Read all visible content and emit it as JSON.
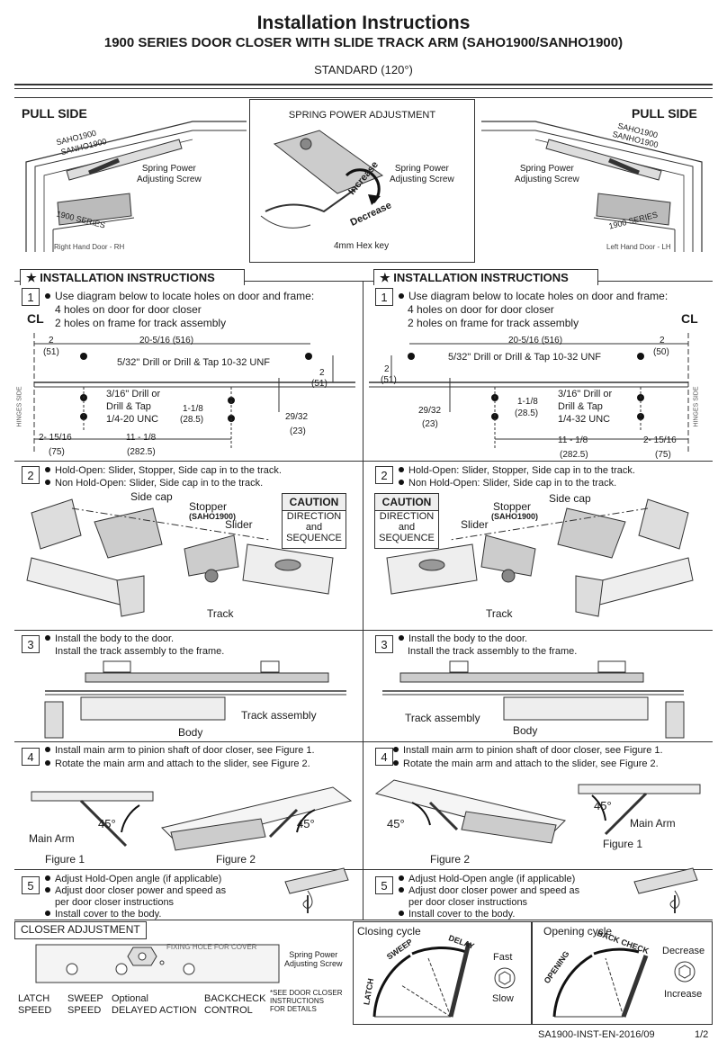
{
  "header": {
    "title": "Installation Instructions",
    "subtitle": "1900 SERIES DOOR CLOSER WITH SLIDE TRACK ARM (SAHO1900/SANHO1900)",
    "standard": "STANDARD (120°)"
  },
  "top": {
    "pull_side": "PULL SIDE",
    "spring_power_title": "SPRING POWER ADJUSTMENT",
    "model1": "SAHO1900",
    "model2": "SANHO1900",
    "series": "1900 SERIES",
    "spring_screw": "Spring Power\nAdjusting Screw",
    "hex_key": "4mm Hex key",
    "increase": "Increase",
    "decrease": "Decrease",
    "rh": "Right Hand Door - RH",
    "lh": "Left Hand Door - LH"
  },
  "install_title": "INSTALLATION INSTRUCTIONS",
  "step1": {
    "num": "1",
    "lines": [
      "Use diagram below to locate holes on door and frame:",
      "4 holes on door for door closer",
      "2 holes on frame for track assembly"
    ],
    "cl": "CL",
    "dim_2": "2",
    "dim_51": "(51)",
    "dim_20": "20-5/16 (516)",
    "dim_50": "(50)",
    "drill1": "5/32\" Drill or Drill & Tap 10-32 UNF",
    "drill2_l1": "3/16\" Drill or",
    "drill2_l2": "Drill & Tap",
    "drill2_l3": "1/4-20 UNC",
    "drill2_l3_r": "1/4-32 UNC",
    "dim_118": "1-1/8",
    "dim_285": "(28.5)",
    "dim_2932": "29/32",
    "dim_23": "(23)",
    "dim_215": "2- 15/16",
    "dim_75": "(75)",
    "dim_118b": "11 - 1/8",
    "dim_2825": "(282.5)",
    "hinge": "HINGES SIDE"
  },
  "step2": {
    "num": "2",
    "lines": [
      "Hold-Open: Slider, Stopper, Side cap in to the track.",
      "Non Hold-Open: Slider, Side cap in to the track."
    ],
    "side_cap": "Side cap",
    "stopper": "Stopper",
    "stopper_sub": "(SAHO1900)",
    "slider": "Slider",
    "track": "Track",
    "caution": "CAUTION",
    "caution_body": [
      "DIRECTION",
      "and",
      "SEQUENCE"
    ]
  },
  "step3": {
    "num": "3",
    "lines": [
      "Install the body to the door.",
      "Install the track assembly to the frame."
    ],
    "body": "Body",
    "track_assembly": "Track assembly"
  },
  "step4": {
    "num": "4",
    "lines": [
      "Install main arm to pinion shaft of door closer, see Figure 1.",
      "Rotate the main arm and attach to the slider, see Figure 2."
    ],
    "main_arm": "Main Arm",
    "angle": "45°",
    "fig1": "Figure 1",
    "fig2": "Figure 2"
  },
  "step5": {
    "num": "5",
    "lines": [
      "Adjust Hold-Open angle (if applicable)",
      "Adjust door closer power and speed as",
      "per door closer instructions",
      "Install cover to the body."
    ]
  },
  "closer": {
    "title": "CLOSER ADJUSTMENT",
    "fixing": "FIXING HOLE FOR COVER",
    "spring": "Spring Power\nAdjusting Screw",
    "latch": "LATCH\nSPEED",
    "sweep": "SWEEP\nSPEED",
    "optional": "Optional\nDELAYED ACTION",
    "backcheck": "BACKCHECK\nCONTROL",
    "see": "*SEE DOOR CLOSER\nINSTRUCTIONS\nFOR DETAILS",
    "closing": "Closing cycle",
    "c_sweep": "SWEEP",
    "c_delay": "DELAY",
    "c_latch": "LATCH",
    "fast": "Fast",
    "slow": "Slow",
    "opening": "Opening cycle",
    "o_opening": "OPENING",
    "o_back": "BACK CHECK",
    "dec": "Decrease",
    "inc": "Increase"
  },
  "footer": {
    "code": "SA1900-INST-EN-2016/09",
    "page": "1/2"
  }
}
